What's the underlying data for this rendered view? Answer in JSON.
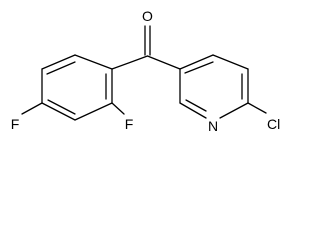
{
  "molecule": {
    "atoms": {
      "oxygen": "O",
      "nitrogen": "N",
      "chlorine": "Cl",
      "fluorine_para": "F",
      "fluorine_ortho": "F"
    },
    "colors": {
      "bond": "#000000",
      "text": "#000000",
      "background": "#ffffff"
    }
  }
}
